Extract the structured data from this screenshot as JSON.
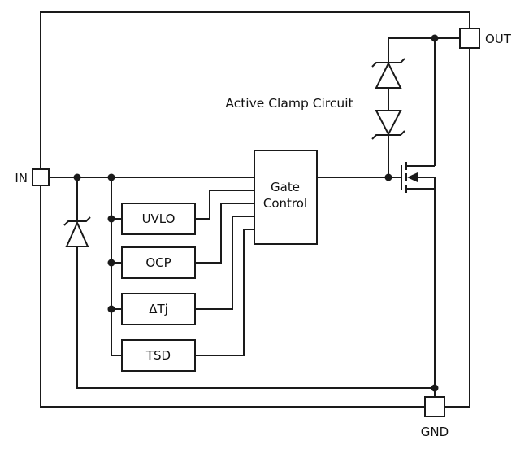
{
  "diagram": {
    "annotation": "Active Clamp Circuit",
    "pins": {
      "in": "IN",
      "out": "OUT",
      "gnd": "GND"
    },
    "blocks": {
      "uvlo": "UVLO",
      "ocp": "OCP",
      "delta_tj": "ΔTj",
      "tsd": "TSD",
      "gate_control_line1": "Gate",
      "gate_control_line2": "Control"
    },
    "colors": {
      "line": "#1a1a1a",
      "background": "#ffffff",
      "block_fill": "#ffffff"
    }
  }
}
